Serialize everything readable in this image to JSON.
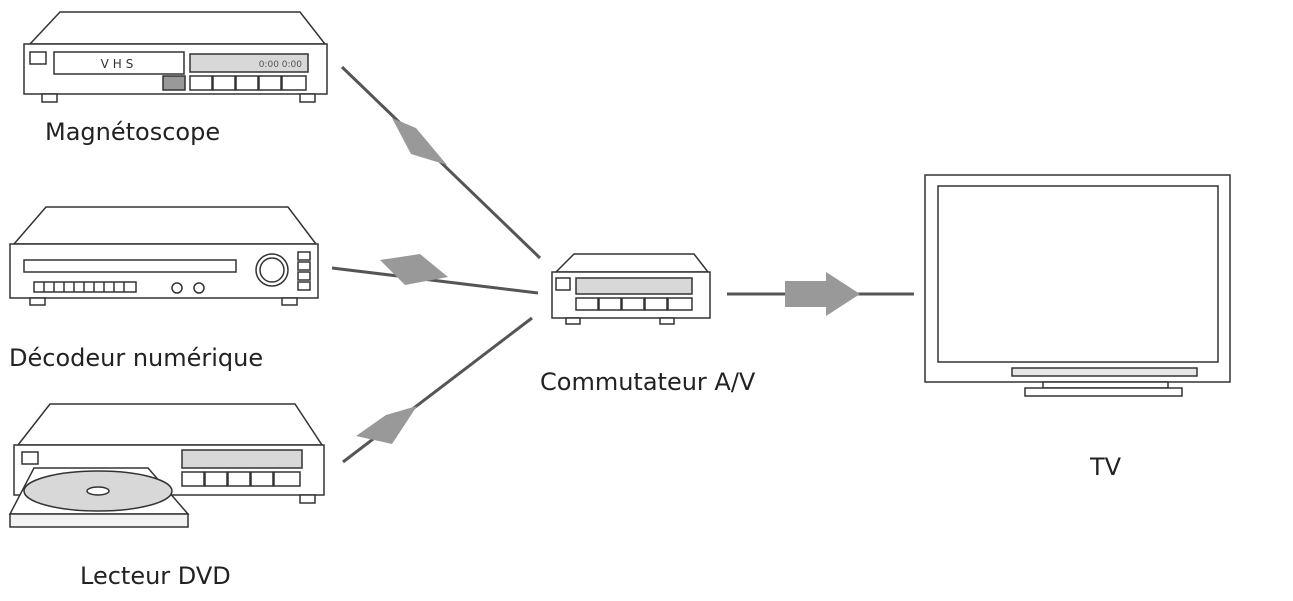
{
  "devices": {
    "vcr": {
      "label": "Magnétoscope",
      "tape_text": "VHS",
      "counter_text": "0:00 0:00"
    },
    "decoder": {
      "label": "Décodeur numérique"
    },
    "dvd": {
      "label": "Lecteur DVD"
    },
    "switch": {
      "label": "Commutateur A/V"
    },
    "tv": {
      "label": "TV"
    }
  },
  "connections": [
    {
      "from": "Magnétoscope",
      "to": "Commutateur A/V"
    },
    {
      "from": "Décodeur numérique",
      "to": "Commutateur A/V"
    },
    {
      "from": "Lecteur DVD",
      "to": "Commutateur A/V"
    },
    {
      "from": "Commutateur A/V",
      "to": "TV"
    }
  ],
  "colors": {
    "line": "#555555",
    "arrow": "#999999",
    "device_stroke": "#333333",
    "device_fill": "#ffffff",
    "display_fill": "#d8d8d8"
  }
}
